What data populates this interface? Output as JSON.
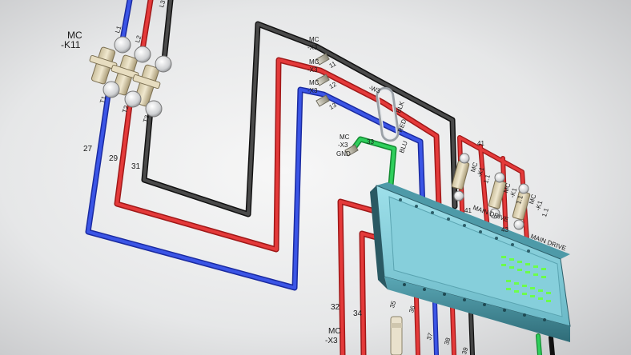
{
  "colors": {
    "background_light": "#f2f2f2",
    "background_dark": "#c9cacb",
    "wire_black": "#2e2e2e",
    "wire_red": "#d42a2a",
    "wire_blue": "#2a3fd0",
    "wire_green": "#21b04a",
    "module_body": "#7cc7d4",
    "module_dark": "#2d5f6a",
    "led_green": "#6cff4a"
  },
  "contactor_main": {
    "label_line1": "MC",
    "label_line2": "-K11",
    "top_terminals": [
      "L1",
      "L2",
      "L3"
    ],
    "bottom_terminals": [
      "T1",
      "T2",
      "T3"
    ]
  },
  "left_wire_numbers": [
    "27",
    "29",
    "31"
  ],
  "mc_x3_connectors": [
    {
      "tag": "MC",
      "ref": "-X3",
      "pin": "11"
    },
    {
      "tag": "MC",
      "ref": "-X3",
      "pin": "12"
    },
    {
      "tag": "MC",
      "ref": "-X3",
      "pin": "13"
    }
  ],
  "cable": {
    "ref": "-W3",
    "cores": [
      "BLK",
      "RED",
      "BLU"
    ]
  },
  "gnd_connector": {
    "tag": "MC",
    "ref": "-X3",
    "pin": "GND",
    "wire_number": "33"
  },
  "right_contactors": {
    "top_wire_number": "41",
    "items": [
      {
        "tag": "MC",
        "ref": "-K1",
        "pins": "1.1"
      },
      {
        "tag": "MC",
        "ref": "-K1",
        "pins": "1.1"
      },
      {
        "tag": "MC",
        "ref": "-K1",
        "pins": "1.1"
      }
    ],
    "pin_labels": [
      "41",
      "43"
    ],
    "function_labels": [
      "MAIN DRIVE",
      "MAIN DRIVE"
    ]
  },
  "bottom_wire_numbers": [
    "32",
    "34",
    "35",
    "36",
    "37",
    "38",
    "39"
  ],
  "bottom_terminal_label": {
    "tag": "MC",
    "ref": "-X3"
  }
}
